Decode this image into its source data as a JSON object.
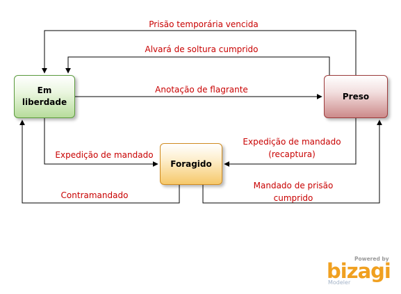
{
  "nodes": {
    "free": "Em liberdade",
    "prison": "Preso",
    "fugitive": "Foragido"
  },
  "edges": {
    "temp_prison_expired": "Prisão temporária vencida",
    "release_order": "Alvará de soltura cumprido",
    "flagrant": "Anotação de flagrante",
    "warrant_issued": "Expedição de mandado",
    "recapture_warrant": "Expedição de mandado (recaptura)",
    "warrant_fulfilled": "Mandado de prisão cumprido",
    "countermand": "Contramandado"
  },
  "branding": {
    "powered": "Powered by",
    "logo": "bizagi",
    "sub": "Modeler"
  },
  "colors": {
    "edge_label": "#c80000",
    "line": "#000000",
    "free_border": "#5a9a3c",
    "prison_border": "#9c3a3a",
    "fugitive_border": "#d08a1e",
    "logo": "#f0a020"
  }
}
